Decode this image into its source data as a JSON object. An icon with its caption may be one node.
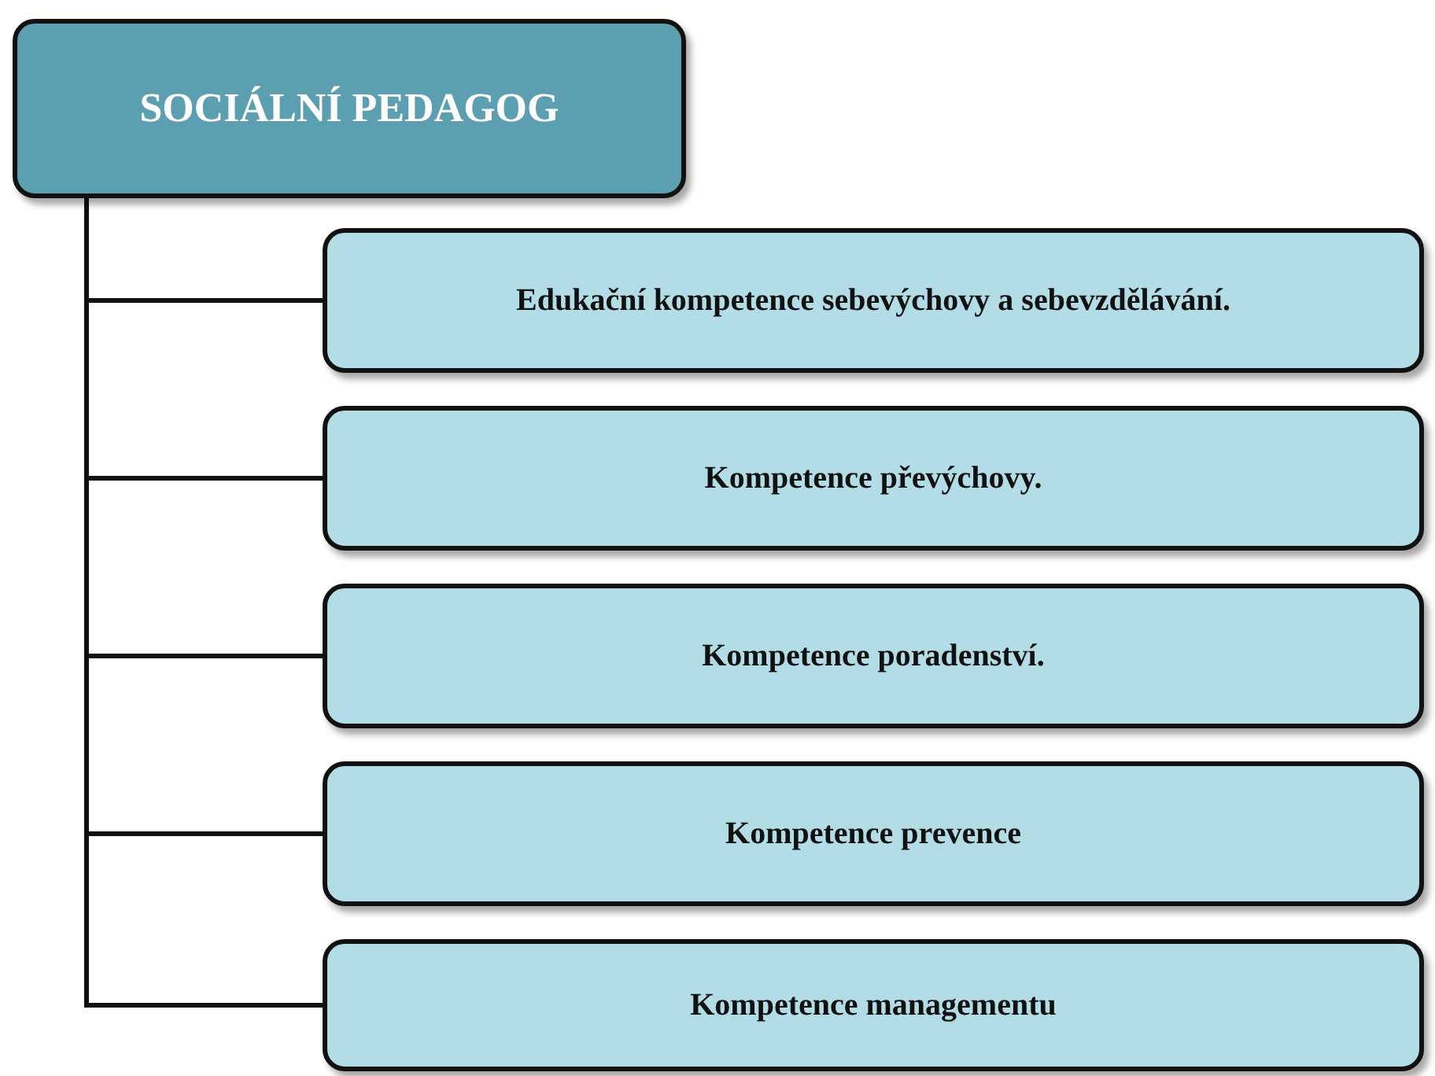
{
  "diagram": {
    "nodes": [
      {
        "text": [
          "SOCIÁLNÍ PEDAGOG"
        ]
      },
      {
        "text": [
          "Edukační kompetence sebevýchovy a sebevzdělávání."
        ]
      },
      {
        "text": [
          "Kompetence převýchovy."
        ]
      },
      {
        "text": [
          "Kompetence poradenství."
        ]
      },
      {
        "text": [
          "Kompetence prevence"
        ]
      },
      {
        "text": [
          "Kompetence managementu"
        ]
      }
    ],
    "edges": [
      {
        "from": 0,
        "to": 1,
        "arrow": "none"
      },
      {
        "from": 0,
        "to": 2,
        "arrow": "none"
      },
      {
        "from": 0,
        "to": 3,
        "arrow": "none"
      },
      {
        "from": 0,
        "to": 4,
        "arrow": "none"
      },
      {
        "from": 0,
        "to": 5,
        "arrow": "none"
      }
    ]
  }
}
